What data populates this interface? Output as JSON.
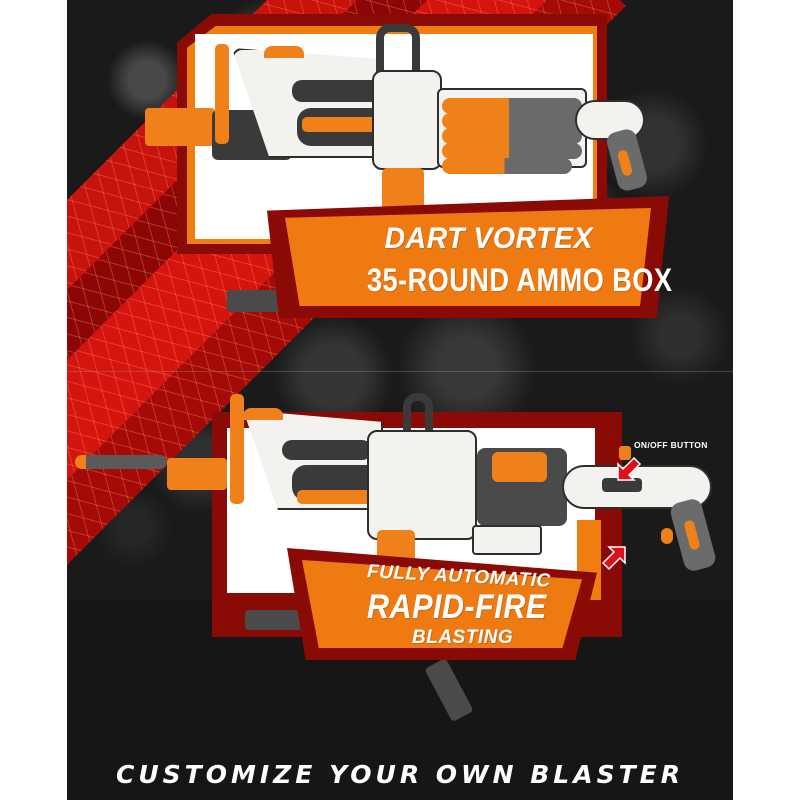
{
  "poster": {
    "colors": {
      "background": "#161616",
      "grunge_grey": "#5a5a5a",
      "stripe_red": "#c8120c",
      "stripe_dark_red": "#8d0606",
      "frame_red": "#8a0a06",
      "banner_orange": "#ef7a12",
      "blaster_orange": "#f0811a",
      "blaster_white": "#f4f2ee",
      "blaster_dark": "#3a3a3a",
      "arrow_red": "#e0101a",
      "text": "#ffffff"
    },
    "panels": [
      {
        "id": "top",
        "banner": {
          "line1": "DART VORTEX",
          "line2": "35-ROUND AMMO BOX"
        },
        "product_image": "blaster-with-ammo-box"
      },
      {
        "id": "bottom",
        "banner": {
          "line1": "FULLY AUTOMATIC",
          "line2": "RAPID-FIRE",
          "line3": "BLASTING"
        },
        "product_image": "blaster-with-drum",
        "callout": {
          "label": "ON/OFF BUTTON",
          "icon": "red-arrow-icon"
        }
      }
    ],
    "footer": {
      "tagline": "CUSTOMIZE YOUR OWN BLASTER"
    }
  }
}
